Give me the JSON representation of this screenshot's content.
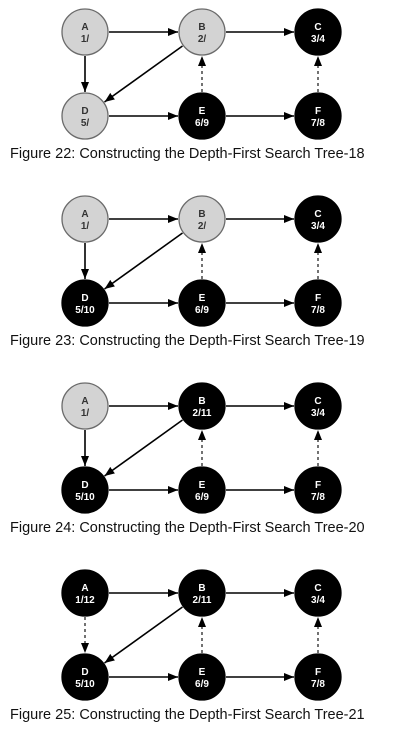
{
  "colors": {
    "visited": "#d3d3d3",
    "finished": "#000000",
    "edge": "#000000",
    "stroke": "#6b6b6b"
  },
  "figures": [
    {
      "caption": "Figure 22: Constructing the Depth-First Search Tree-18",
      "nodes": [
        {
          "id": "A",
          "label": "A",
          "time": "1/",
          "state": "gray"
        },
        {
          "id": "B",
          "label": "B",
          "time": "2/",
          "state": "gray"
        },
        {
          "id": "C",
          "label": "C",
          "time": "3/4",
          "state": "black"
        },
        {
          "id": "D",
          "label": "D",
          "time": "5/",
          "state": "gray"
        },
        {
          "id": "E",
          "label": "E",
          "time": "6/9",
          "state": "black"
        },
        {
          "id": "F",
          "label": "F",
          "time": "7/8",
          "state": "black"
        }
      ],
      "edges": [
        {
          "from": "A",
          "to": "B",
          "style": "solid"
        },
        {
          "from": "B",
          "to": "C",
          "style": "solid"
        },
        {
          "from": "A",
          "to": "D",
          "style": "solid"
        },
        {
          "from": "B",
          "to": "D",
          "style": "solid"
        },
        {
          "from": "E",
          "to": "B",
          "style": "dashed"
        },
        {
          "from": "D",
          "to": "E",
          "style": "solid"
        },
        {
          "from": "E",
          "to": "F",
          "style": "solid"
        },
        {
          "from": "F",
          "to": "C",
          "style": "dashed"
        }
      ]
    },
    {
      "caption": "Figure 23: Constructing the Depth-First Search Tree-19",
      "nodes": [
        {
          "id": "A",
          "label": "A",
          "time": "1/",
          "state": "gray"
        },
        {
          "id": "B",
          "label": "B",
          "time": "2/",
          "state": "gray"
        },
        {
          "id": "C",
          "label": "C",
          "time": "3/4",
          "state": "black"
        },
        {
          "id": "D",
          "label": "D",
          "time": "5/10",
          "state": "black"
        },
        {
          "id": "E",
          "label": "E",
          "time": "6/9",
          "state": "black"
        },
        {
          "id": "F",
          "label": "F",
          "time": "7/8",
          "state": "black"
        }
      ],
      "edges": [
        {
          "from": "A",
          "to": "B",
          "style": "solid"
        },
        {
          "from": "B",
          "to": "C",
          "style": "solid"
        },
        {
          "from": "A",
          "to": "D",
          "style": "solid"
        },
        {
          "from": "B",
          "to": "D",
          "style": "solid"
        },
        {
          "from": "E",
          "to": "B",
          "style": "dashed"
        },
        {
          "from": "D",
          "to": "E",
          "style": "solid"
        },
        {
          "from": "E",
          "to": "F",
          "style": "solid"
        },
        {
          "from": "F",
          "to": "C",
          "style": "dashed"
        }
      ]
    },
    {
      "caption": "Figure 24: Constructing the Depth-First Search Tree-20",
      "nodes": [
        {
          "id": "A",
          "label": "A",
          "time": "1/",
          "state": "gray"
        },
        {
          "id": "B",
          "label": "B",
          "time": "2/11",
          "state": "black"
        },
        {
          "id": "C",
          "label": "C",
          "time": "3/4",
          "state": "black"
        },
        {
          "id": "D",
          "label": "D",
          "time": "5/10",
          "state": "black"
        },
        {
          "id": "E",
          "label": "E",
          "time": "6/9",
          "state": "black"
        },
        {
          "id": "F",
          "label": "F",
          "time": "7/8",
          "state": "black"
        }
      ],
      "edges": [
        {
          "from": "A",
          "to": "B",
          "style": "solid"
        },
        {
          "from": "B",
          "to": "C",
          "style": "solid"
        },
        {
          "from": "A",
          "to": "D",
          "style": "solid"
        },
        {
          "from": "B",
          "to": "D",
          "style": "solid"
        },
        {
          "from": "E",
          "to": "B",
          "style": "dashed"
        },
        {
          "from": "D",
          "to": "E",
          "style": "solid"
        },
        {
          "from": "E",
          "to": "F",
          "style": "solid"
        },
        {
          "from": "F",
          "to": "C",
          "style": "dashed"
        }
      ]
    },
    {
      "caption": "Figure 25: Constructing the Depth-First Search Tree-21",
      "nodes": [
        {
          "id": "A",
          "label": "A",
          "time": "1/12",
          "state": "black"
        },
        {
          "id": "B",
          "label": "B",
          "time": "2/11",
          "state": "black"
        },
        {
          "id": "C",
          "label": "C",
          "time": "3/4",
          "state": "black"
        },
        {
          "id": "D",
          "label": "D",
          "time": "5/10",
          "state": "black"
        },
        {
          "id": "E",
          "label": "E",
          "time": "6/9",
          "state": "black"
        },
        {
          "id": "F",
          "label": "F",
          "time": "7/8",
          "state": "black"
        }
      ],
      "edges": [
        {
          "from": "A",
          "to": "B",
          "style": "solid"
        },
        {
          "from": "B",
          "to": "C",
          "style": "solid"
        },
        {
          "from": "A",
          "to": "D",
          "style": "dashed"
        },
        {
          "from": "B",
          "to": "D",
          "style": "solid"
        },
        {
          "from": "E",
          "to": "B",
          "style": "dashed"
        },
        {
          "from": "D",
          "to": "E",
          "style": "solid"
        },
        {
          "from": "E",
          "to": "F",
          "style": "solid"
        },
        {
          "from": "F",
          "to": "C",
          "style": "dashed"
        }
      ]
    }
  ]
}
